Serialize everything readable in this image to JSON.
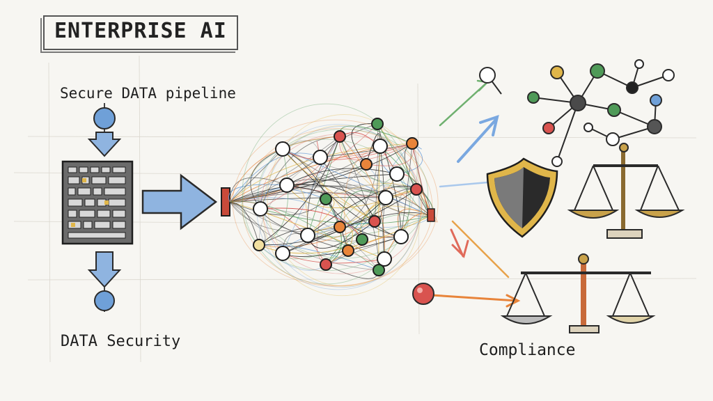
{
  "header": {
    "title": "ENTERPRISE AI"
  },
  "labels": {
    "pipeline": "Secure DATA pipeline",
    "security": "DATA Security",
    "compliance": "Compliance"
  },
  "colors": {
    "background": "#f7f6f2",
    "arrow_blue": "#8fb4e0",
    "node_blue": "#6fa0d8",
    "shield_gold": "#e0b64a",
    "scale_gold": "#c9a24a",
    "node_red": "#d9534f",
    "node_orange": "#e8843a",
    "node_green": "#4f9a58",
    "ink": "#2a2a2a"
  },
  "icons": [
    "server-rack-icon",
    "neural-network-icon",
    "shield-icon",
    "balance-scale-icon",
    "molecule-network-icon"
  ]
}
